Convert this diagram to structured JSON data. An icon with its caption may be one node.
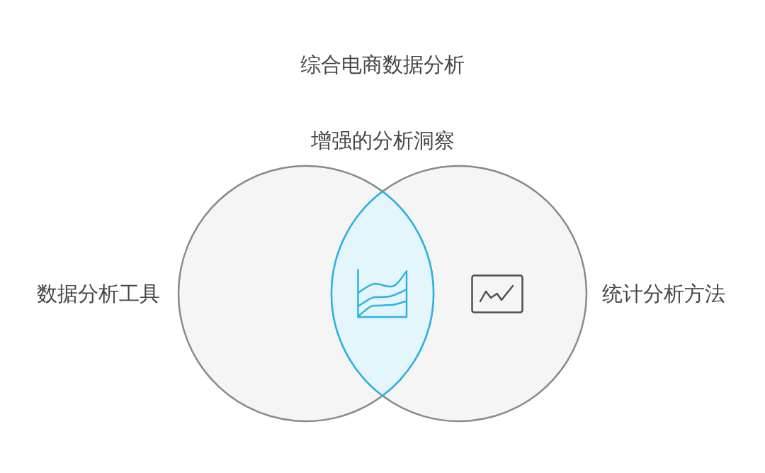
{
  "diagram": {
    "title": "综合电商数据分析",
    "nodes": [
      {
        "text": [
          "数据分析工具"
        ]
      },
      {
        "text": [
          "统计分析方法"
        ]
      },
      {
        "text": [
          "增强的分析洞察"
        ]
      }
    ]
  }
}
